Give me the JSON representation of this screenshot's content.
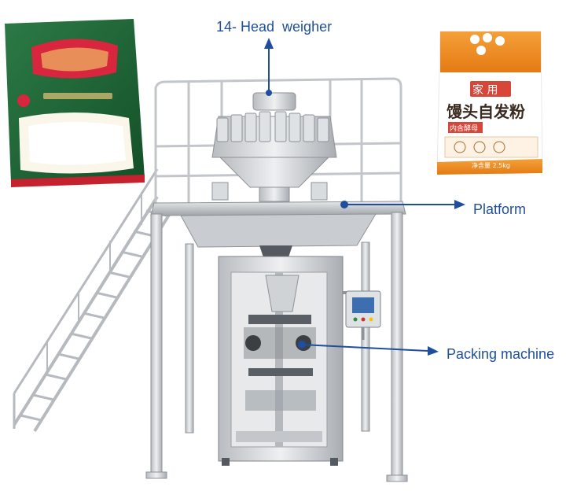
{
  "labels": {
    "weigher": "14- Head  weigher",
    "platform": "Platform",
    "packing": "Packing machine"
  },
  "bag_right": {
    "tag": "家 用",
    "product": "馒头自发粉",
    "badge": "内含酵母",
    "weight": "净含量 2.5kg"
  },
  "colors": {
    "accent": "#1f4e9c",
    "bag_left": "#1f6b3a",
    "bag_right": "#f08a1c"
  }
}
